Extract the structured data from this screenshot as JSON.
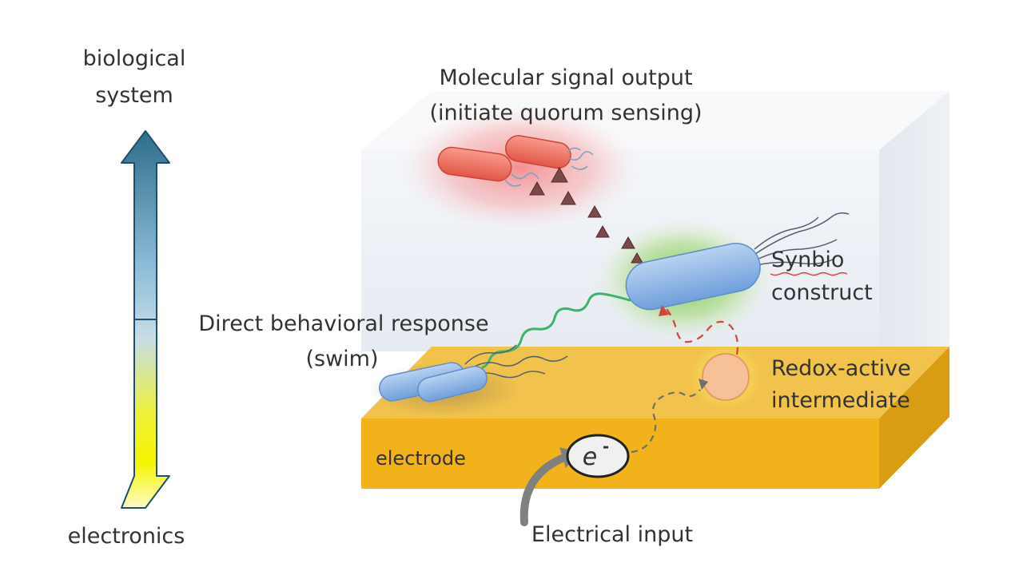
{
  "scale": {
    "top_label_line1": "biological",
    "top_label_line2": "system",
    "bottom_label": "electronics"
  },
  "labels": {
    "molecular_line1": "Molecular signal output",
    "molecular_line2": "(initiate quorum sensing)",
    "synbio_line1": "Synbio",
    "synbio_line2": "construct",
    "direct_line1": "Direct behavioral response",
    "direct_line2": "(swim)",
    "redox_line1": "Redox-active",
    "redox_line2": "intermediate",
    "electrode": "electrode",
    "electron_base": "e",
    "electron_charge": "-",
    "electrical_input": "Electrical input"
  },
  "colors": {
    "arrow_top": "#2d6d8a",
    "arrow_mid": "#b3d4e6",
    "arrow_bottom": "#f2f200",
    "electrode_top": "#f0c14a",
    "electrode_front": "#f2b21c",
    "red_glow": "#f59a9a",
    "green_glow": "#8fcf5a",
    "bacterium_blue": "#8fb7e6",
    "bacterium_red": "#ef6a5c",
    "molecule": "#7a4a4a"
  }
}
